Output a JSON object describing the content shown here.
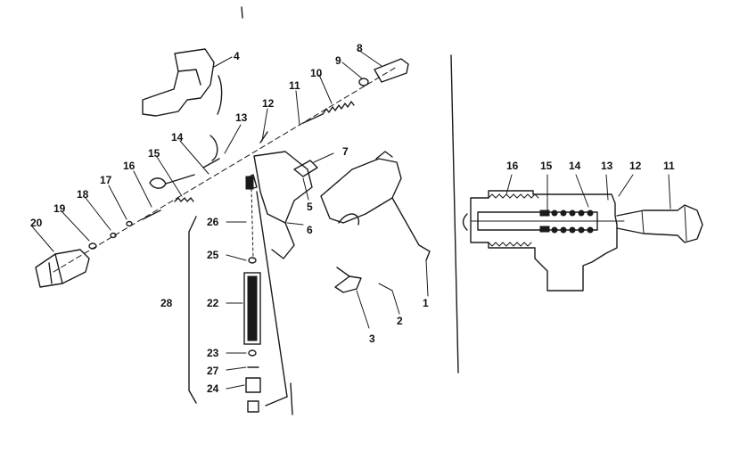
{
  "exploded_view": {
    "callouts": [
      {
        "id": "c1",
        "text": "1"
      },
      {
        "id": "c2",
        "text": "2"
      },
      {
        "id": "c3",
        "text": "3"
      },
      {
        "id": "c4",
        "text": "4"
      },
      {
        "id": "c5",
        "text": "5"
      },
      {
        "id": "c6",
        "text": "6"
      },
      {
        "id": "c7",
        "text": "7"
      },
      {
        "id": "c8",
        "text": "8"
      },
      {
        "id": "c9",
        "text": "9"
      },
      {
        "id": "c10",
        "text": "10"
      },
      {
        "id": "c11",
        "text": "11"
      },
      {
        "id": "c12",
        "text": "12"
      },
      {
        "id": "c13",
        "text": "13"
      },
      {
        "id": "c14",
        "text": "14"
      },
      {
        "id": "c15",
        "text": "15"
      },
      {
        "id": "c16",
        "text": "16"
      },
      {
        "id": "c17",
        "text": "17"
      },
      {
        "id": "c18",
        "text": "18"
      },
      {
        "id": "c19",
        "text": "19"
      },
      {
        "id": "c20",
        "text": "20"
      },
      {
        "id": "c22",
        "text": "22"
      },
      {
        "id": "c23",
        "text": "23"
      },
      {
        "id": "c24",
        "text": "24"
      },
      {
        "id": "c25",
        "text": "25"
      },
      {
        "id": "c26",
        "text": "26"
      },
      {
        "id": "c27",
        "text": "27"
      },
      {
        "id": "c28",
        "text": "28"
      }
    ]
  },
  "section_view": {
    "callouts": [
      {
        "id": "s16",
        "text": "16"
      },
      {
        "id": "s15",
        "text": "15"
      },
      {
        "id": "s14",
        "text": "14"
      },
      {
        "id": "s13",
        "text": "13"
      },
      {
        "id": "s12",
        "text": "12"
      },
      {
        "id": "s11",
        "text": "11"
      }
    ]
  }
}
